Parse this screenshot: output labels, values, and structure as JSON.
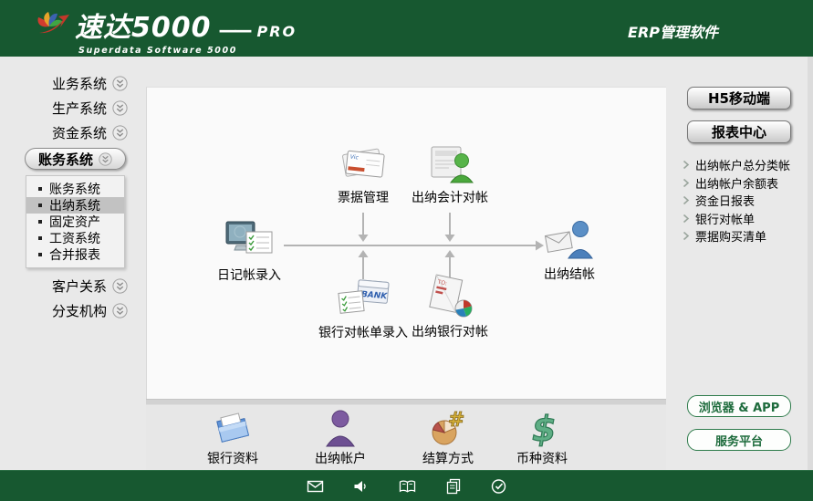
{
  "header": {
    "logo_title": "速达5000",
    "logo_dash": "——",
    "logo_pro": "PRO",
    "logo_subtitle": "Superdata Software 5000",
    "right_title": "ERP管理软件"
  },
  "sidebar": {
    "items_top": [
      {
        "label": "业务系统"
      },
      {
        "label": "生产系统"
      },
      {
        "label": "资金系统"
      }
    ],
    "active_group": {
      "label": "账务系统"
    },
    "submenu": {
      "items": [
        {
          "label": "账务系统",
          "active": false
        },
        {
          "label": "出纳系统",
          "active": true
        },
        {
          "label": "固定资产",
          "active": false
        },
        {
          "label": "工资系统",
          "active": false
        },
        {
          "label": "合并报表",
          "active": false
        }
      ]
    },
    "items_bottom": [
      {
        "label": "客户关系"
      },
      {
        "label": "分支机构"
      }
    ]
  },
  "diagram": {
    "nodes": {
      "tickets": {
        "label": "票据管理",
        "icon": "tickets-icon"
      },
      "cashier_accounting": {
        "label": "出纳会计对帐",
        "icon": "document-person-icon"
      },
      "journal": {
        "label": "日记帐录入",
        "icon": "monitor-checklist-icon"
      },
      "closing": {
        "label": "出纳结帐",
        "icon": "envelope-person-icon"
      },
      "bank_statement": {
        "label": "银行对帐单录入",
        "icon": "bank-checklist-icon"
      },
      "cashier_bank": {
        "label": "出纳银行对帐",
        "icon": "envelope-piechart-icon"
      }
    },
    "icon_texts": {
      "vic": "Vic",
      "bank": "BANK",
      "to": "TO:",
      "hash": "#",
      "dollar": "$"
    }
  },
  "right_panel": {
    "mobile_button": "H5移动端",
    "report_center_button": "报表中心",
    "reports": [
      {
        "label": "出纳帐户总分类帐"
      },
      {
        "label": "出纳帐户余额表"
      },
      {
        "label": "资金日报表"
      },
      {
        "label": "银行对帐单"
      },
      {
        "label": "票据购买清单"
      }
    ],
    "browser_button": "浏览器 & APP",
    "service_button": "服务平台"
  },
  "shortcuts": [
    {
      "label": "银行资料",
      "icon": "folder-icon"
    },
    {
      "label": "出纳帐户",
      "icon": "person-purple-icon"
    },
    {
      "label": "结算方式",
      "icon": "piechart-coin-icon"
    },
    {
      "label": "币种资料",
      "icon": "dollar-icon"
    }
  ],
  "statusbar": {
    "icons": [
      "mail-icon",
      "speaker-icon",
      "book-icon",
      "copy-icon",
      "clock-check-icon"
    ]
  },
  "colors": {
    "brand_green": "#175830",
    "panel_bg": "#fafafa",
    "body_bg": "#e9e9e9",
    "green_button_border": "#2f7c4c",
    "green_button_text": "#1d6b3c",
    "active_submenu_bg": "#c2c2c2",
    "arrow_gray": "#b3b3b3"
  }
}
